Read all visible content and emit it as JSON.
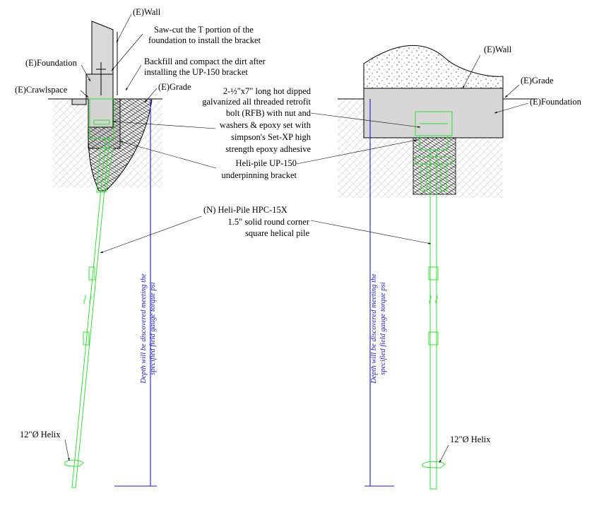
{
  "left_view": {
    "labels": {
      "wall": "(E)Wall",
      "sawcut_line1": "Saw-cut the T portion of the",
      "sawcut_line2": "foundation to install the bracket",
      "foundation": "(E)Foundation",
      "backfill_line1": "Backfill and compact the dirt after",
      "backfill_line2": "installing the UP-150 bracket",
      "crawlspace": "(E)Crawlspace",
      "grade": "(E)Grade",
      "helix": "12\"Ø Helix"
    },
    "depth_note_line1": "Depth will be discovered meeting the",
    "depth_note_line2": "specified field gauge torque psi"
  },
  "center_notes": {
    "bolt_line1": "2-½\"x7\" long hot dipped",
    "bolt_line2": "galvanized all threaded retrofit",
    "bolt_line3": "bolt (RFB) with nut and",
    "bolt_line4": "washers & epoxy set with",
    "bolt_line5": "simpson's Set-XP high",
    "bolt_line6": "strength epoxy adhesive",
    "bracket_line1": "Heli-pile UP-150",
    "bracket_line2": "underpinning bracket",
    "pile_line1": "(N)  Heli-Pile HPC-15X",
    "pile_line2": "1.5\" solid round corner",
    "pile_line3": "square helical pile"
  },
  "right_view": {
    "labels": {
      "wall": "(E)Wall",
      "grade": "(E)Grade",
      "foundation": "(E)Foundation",
      "helix": "12\"Ø Helix"
    },
    "depth_note_line1": "Depth will be discovered meeting the",
    "depth_note_line2": "specified field gauge torque psi"
  },
  "colors": {
    "pile": "#33dd33",
    "dimension": "#1a1acc",
    "linework": "#000000"
  }
}
